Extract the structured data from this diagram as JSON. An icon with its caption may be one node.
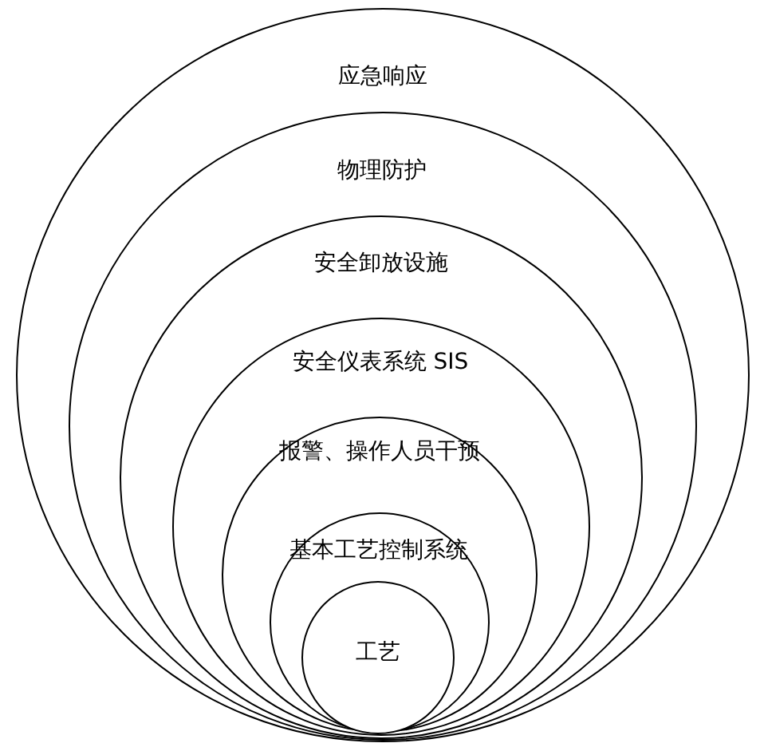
{
  "diagram": {
    "nodes": [
      {
        "text": [
          "应急响应"
        ]
      },
      {
        "text": [
          "物理防护"
        ],
        "in": 0
      },
      {
        "text": [
          "安全卸放设施"
        ],
        "in": 1
      },
      {
        "text": [
          "安全仪表系统 SIS"
        ],
        "in": 2
      },
      {
        "text": [
          "报警、操作人员干预"
        ],
        "in": 3
      },
      {
        "text": [
          "基本工艺控制系统"
        ],
        "in": 4
      },
      {
        "text": [
          "工艺"
        ],
        "in": 5
      }
    ]
  }
}
